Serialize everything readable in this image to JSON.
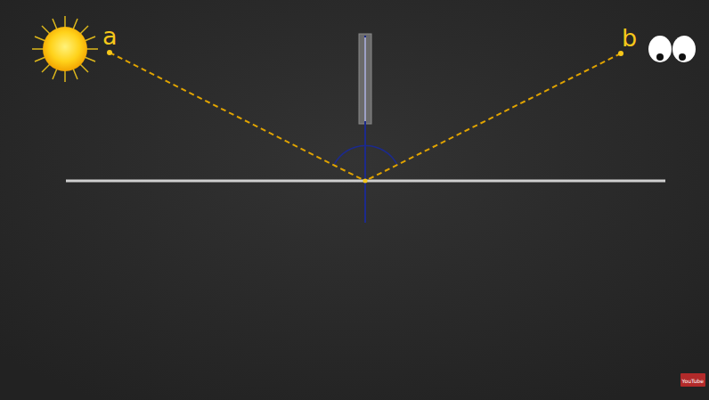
{
  "diagram": {
    "labels": [
      "a",
      "b",
      "YouTube"
    ]
  }
}
